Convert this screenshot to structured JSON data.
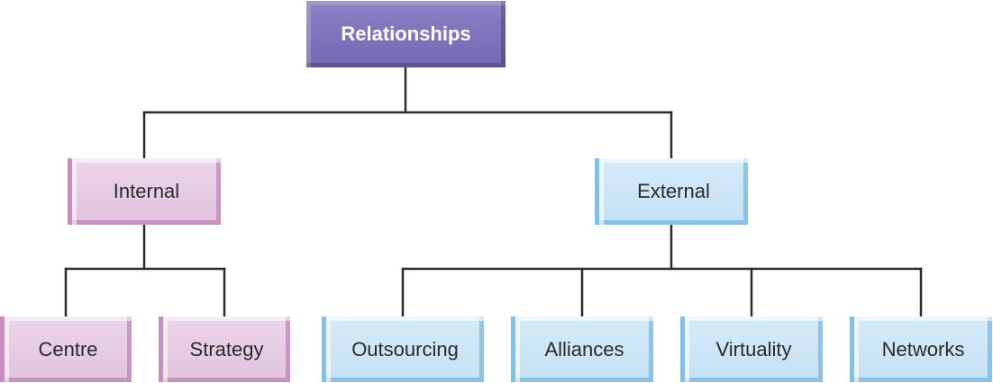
{
  "diagram": {
    "root": {
      "label": "Relationships"
    },
    "internal": {
      "label": "Internal",
      "children": [
        {
          "label": "Centre"
        },
        {
          "label": "Strategy"
        }
      ]
    },
    "external": {
      "label": "External",
      "children": [
        {
          "label": "Outsourcing"
        },
        {
          "label": "Alliances"
        },
        {
          "label": "Virtuality"
        },
        {
          "label": "Networks"
        }
      ]
    }
  },
  "colors": {
    "root": "#7d72bb",
    "internal_branch": "#e6cae3",
    "external_branch": "#cae5f7",
    "connector": "#2b2b2b"
  }
}
